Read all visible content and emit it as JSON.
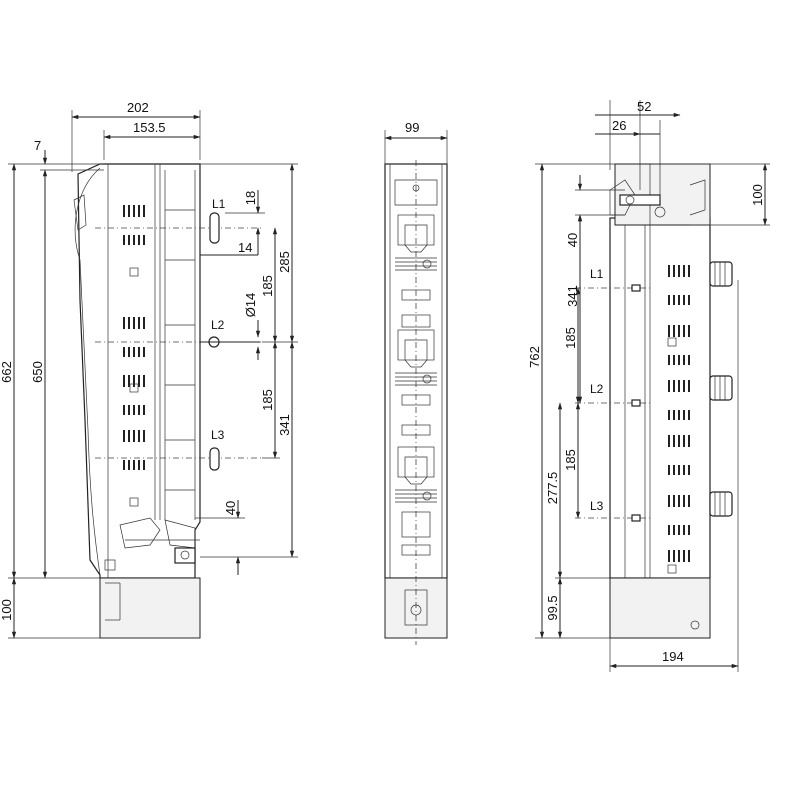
{
  "views": {
    "side_left": {
      "dims": {
        "w_202": "202",
        "w_153_5": "153.5",
        "d_7": "7",
        "h_662": "662",
        "h_650": "650",
        "h_100": "100",
        "d_18": "18",
        "d_14": "14",
        "h_285": "285",
        "h_185a": "185",
        "dia_14": "Ø14",
        "h_185b": "185",
        "h_341": "341",
        "d_40": "40"
      },
      "labels": {
        "l1": "L1",
        "l2": "L2",
        "l3": "L3"
      }
    },
    "front": {
      "dims": {
        "w_99": "99"
      }
    },
    "side_right": {
      "dims": {
        "w_52": "52",
        "w_26": "26",
        "h_100": "100",
        "d_40": "40",
        "h_341": "341",
        "h_185a": "185",
        "h_762": "762",
        "h_185b": "185",
        "h_277_5": "277.5",
        "h_99_5": "99.5",
        "w_194": "194"
      },
      "labels": {
        "l1": "L1",
        "l2": "L2",
        "l3": "L3"
      }
    }
  }
}
